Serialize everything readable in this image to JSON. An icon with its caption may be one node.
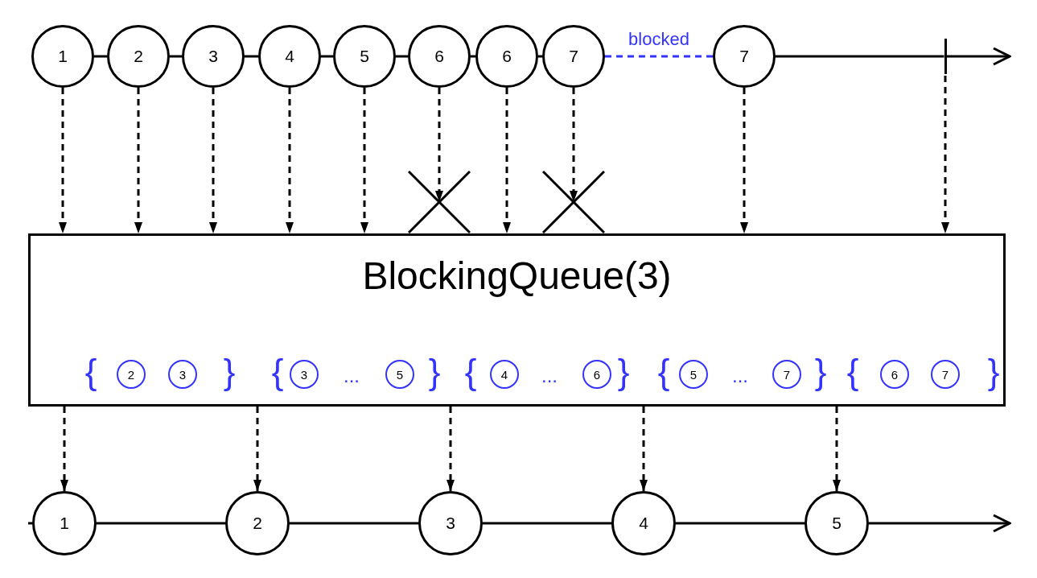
{
  "diagram": {
    "nodes": [
      {
        "text": [
          "1"
        ]
      },
      {
        "text": [
          "2"
        ]
      },
      {
        "text": [
          "3"
        ]
      },
      {
        "text": [
          "4"
        ]
      },
      {
        "text": [
          "5"
        ]
      },
      {
        "text": [
          "6"
        ]
      },
      {
        "text": [
          "6"
        ]
      },
      {
        "text": [
          "7"
        ]
      },
      {
        "text": [
          "7"
        ]
      },
      {
        "text": [],
        "shape": "bar"
      },
      {
        "text": [],
        "shape": "cross"
      },
      {
        "text": [],
        "shape": "cross"
      },
      {
        "text": [
          "BlockingQueue(3)"
        ]
      },
      {
        "text": [
          "2"
        ],
        "in": 12
      },
      {
        "text": [
          "3"
        ],
        "in": 12
      },
      {
        "text": [
          "3"
        ],
        "in": 12
      },
      {
        "text": [
          "5"
        ],
        "in": 12
      },
      {
        "text": [
          "4"
        ],
        "in": 12
      },
      {
        "text": [
          "6"
        ],
        "in": 12
      },
      {
        "text": [
          "5"
        ],
        "in": 12
      },
      {
        "text": [
          "7"
        ],
        "in": 12
      },
      {
        "text": [
          "6"
        ],
        "in": 12
      },
      {
        "text": [
          "7"
        ],
        "in": 12
      },
      {
        "text": [
          "1"
        ]
      },
      {
        "text": [
          "2"
        ]
      },
      {
        "text": [
          "3"
        ]
      },
      {
        "text": [
          "4"
        ]
      },
      {
        "text": [
          "5"
        ]
      }
    ],
    "edges": [
      {
        "from": 0,
        "to": 1,
        "arrow": "none"
      },
      {
        "from": 1,
        "to": 2,
        "arrow": "none"
      },
      {
        "from": 2,
        "to": 3,
        "arrow": "none"
      },
      {
        "from": 3,
        "to": 4,
        "arrow": "none"
      },
      {
        "from": 4,
        "to": 5,
        "arrow": "none"
      },
      {
        "from": 5,
        "to": 6,
        "arrow": "none"
      },
      {
        "from": 6,
        "to": 7,
        "arrow": "none"
      },
      {
        "from": 7,
        "to": 8,
        "arrow": "none",
        "label": "blocked",
        "style": "dashed",
        "color": "#3333ff"
      },
      {
        "from": 8,
        "to": 9,
        "arrow": "none"
      },
      {
        "from": 9,
        "to": null,
        "arrow": "to"
      },
      {
        "from": 0,
        "to": 12,
        "arrow": "to",
        "style": "dashed"
      },
      {
        "from": 1,
        "to": 12,
        "arrow": "to",
        "style": "dashed"
      },
      {
        "from": 2,
        "to": 12,
        "arrow": "to",
        "style": "dashed"
      },
      {
        "from": 3,
        "to": 12,
        "arrow": "to",
        "style": "dashed"
      },
      {
        "from": 4,
        "to": 12,
        "arrow": "to",
        "style": "dashed"
      },
      {
        "from": 5,
        "to": 10,
        "arrow": "to",
        "style": "dashed"
      },
      {
        "from": 6,
        "to": 12,
        "arrow": "to",
        "style": "dashed"
      },
      {
        "from": 7,
        "to": 11,
        "arrow": "to",
        "style": "dashed"
      },
      {
        "from": 8,
        "to": 12,
        "arrow": "to",
        "style": "dashed"
      },
      {
        "from": 9,
        "to": 12,
        "arrow": "to",
        "style": "dashed"
      },
      {
        "from": 12,
        "to": 23,
        "arrow": "to",
        "style": "dashed"
      },
      {
        "from": 12,
        "to": 24,
        "arrow": "to",
        "style": "dashed"
      },
      {
        "from": 12,
        "to": 25,
        "arrow": "to",
        "style": "dashed"
      },
      {
        "from": 12,
        "to": 26,
        "arrow": "to",
        "style": "dashed"
      },
      {
        "from": 12,
        "to": 27,
        "arrow": "to",
        "style": "dashed"
      },
      {
        "from": null,
        "to": 23,
        "arrow": "none"
      },
      {
        "from": 23,
        "to": 24,
        "arrow": "none"
      },
      {
        "from": 24,
        "to": 25,
        "arrow": "none"
      },
      {
        "from": 25,
        "to": 26,
        "arrow": "none"
      },
      {
        "from": 26,
        "to": 27,
        "arrow": "none"
      },
      {
        "from": 27,
        "to": null,
        "arrow": "to"
      }
    ],
    "labels": [
      "{",
      "}",
      "{",
      "...",
      "}",
      "{",
      "...",
      "}",
      "{",
      "...",
      "}",
      "{",
      "}"
    ]
  }
}
